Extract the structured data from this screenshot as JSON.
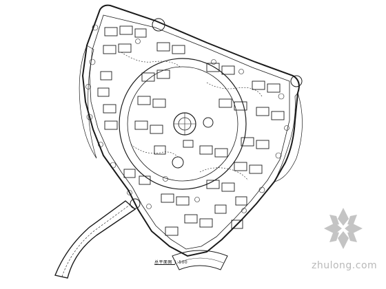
{
  "drawing": {
    "caption": "总平面图  1:500",
    "scale_note": "1:500"
  },
  "watermark": {
    "text": "zhulong.com",
    "logo": "zhulong-logo-icon"
  },
  "colors": {
    "line": "#1a1a1a",
    "paper": "#ffffff",
    "watermark": "#c4c4c4"
  }
}
